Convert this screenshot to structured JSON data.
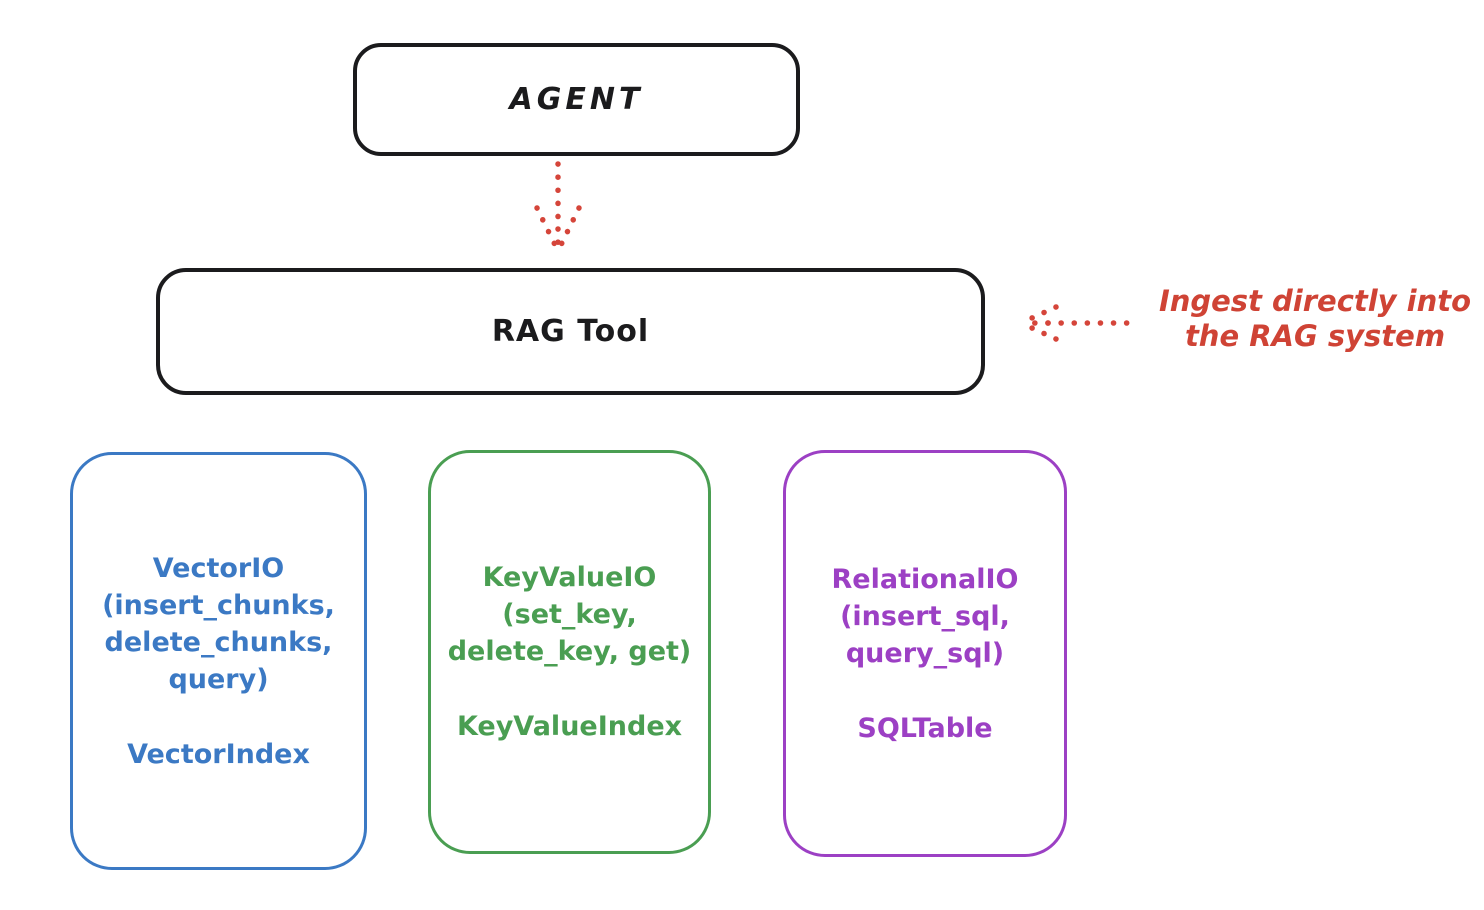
{
  "agent_box": {
    "label": "AGENT"
  },
  "rag_tool_box": {
    "label": "RAG Tool"
  },
  "annotation": {
    "line1": "Ingest directly into",
    "line2": "the RAG system"
  },
  "io_boxes": [
    {
      "name": "VectorIO",
      "lines": [
        "VectorIO",
        "(insert_chunks,",
        "delete_chunks,",
        "query)"
      ],
      "index_label": "VectorIndex",
      "color": "#3b79c4"
    },
    {
      "name": "KeyValueIO",
      "lines": [
        "KeyValueIO",
        "(set_key,",
        "delete_key, get)"
      ],
      "index_label": "KeyValueIndex",
      "color": "#4a9e52"
    },
    {
      "name": "RelationalIO",
      "lines": [
        "RelationalIO",
        "(insert_sql,",
        "query_sql)"
      ],
      "index_label": "SQLTable",
      "color": "#9c40c4"
    }
  ],
  "colors": {
    "background": "#ffffff",
    "box_border": "#1b1b1d",
    "arrow_red": "#d5453a",
    "annotation_red": "#cf4335"
  }
}
